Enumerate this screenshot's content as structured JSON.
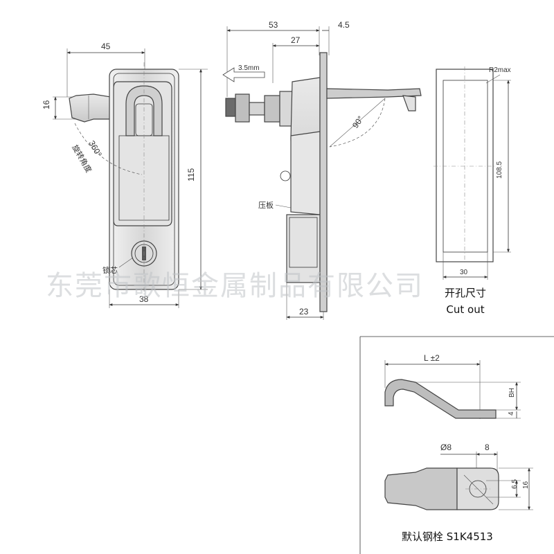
{
  "front_view": {
    "dim_width_top": "45",
    "dim_height_left": "16",
    "dim_total_height": "115",
    "dim_width_bottom": "38",
    "label_rotation_angle": "360°",
    "label_rotation_cn": "旋转角度",
    "label_keyhole_cn": "锁芯"
  },
  "side_view": {
    "dim_depth_total": "53",
    "dim_depth_body": "27",
    "dim_flange": "4.5",
    "dim_shift": "3.5mm",
    "dim_angle": "90°",
    "dim_base_depth": "23",
    "label_plate_cn": "压板"
  },
  "cutout": {
    "dim_radius": "R2max",
    "dim_height": "108.5",
    "dim_width": "30",
    "caption_cn": "开孔尺寸",
    "caption_en": "Cut out"
  },
  "tongue_detail": {
    "dim_length": "L ±2",
    "dim_bh": "BH",
    "dim_thickness": "4",
    "dim_hole_diameter": "Ø8",
    "dim_hole_offset": "8",
    "dim_slot_width": "6.5",
    "dim_tongue_width": "16",
    "caption": "默认钢栓 S1K4513"
  },
  "watermark": "东莞市歌恒金属制品有限公司"
}
